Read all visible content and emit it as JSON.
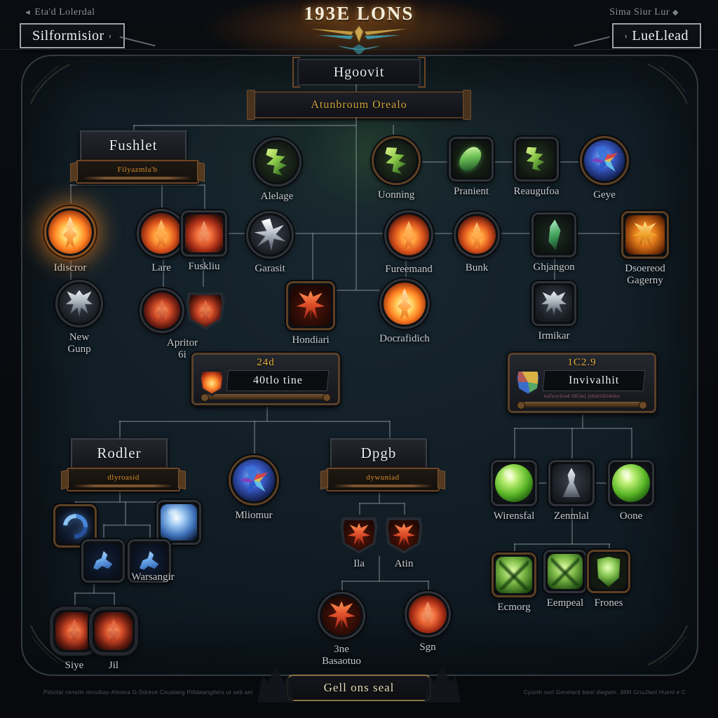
{
  "header": {
    "back_label": "Eta'd Lolerdal",
    "title": "193E LONS",
    "right_label": "Sima Siur Lur",
    "left_button": "Silformisior",
    "right_button": "LueLlead"
  },
  "tree": {
    "title": "Hgoovit",
    "banner": "Atunbroum Orealo"
  },
  "groups": {
    "fushlet": {
      "title": "Fushlet",
      "subtitle": "Filyazmla'b"
    },
    "rodler": {
      "title": "Rodler",
      "subtitle": "dlyroasid"
    },
    "dpgb": {
      "title": "Dpgb",
      "subtitle": "dywuniad"
    }
  },
  "banners": {
    "left": {
      "value": "24d",
      "name": "40tlo tine",
      "icon": "fire-crest-icon"
    },
    "right": {
      "value": "1C2.9",
      "name": "Invivalhit",
      "subtext": "nafsoylznd ldGlej jehdridilduhn",
      "icon": "arcane-crest-icon"
    }
  },
  "nodes": {
    "alelage": {
      "label": "Alelage",
      "icon": "green-insect-orb"
    },
    "uonning": {
      "label": "Uonning",
      "icon": "green-insect-orb"
    },
    "pranient": {
      "label": "Pranient",
      "icon": "green-gem"
    },
    "reaugufoa": {
      "label": "Reaugufoa",
      "icon": "green-insect"
    },
    "geye": {
      "label": "Geye",
      "icon": "prismatic-orb"
    },
    "idiscror": {
      "label": "Idiscror",
      "icon": "blazing-fireball"
    },
    "lare": {
      "label": "Lare",
      "icon": "fire-swirl"
    },
    "fuskliu": {
      "label": "Fuskliu",
      "icon": "red-flame-burst"
    },
    "garasit": {
      "label": "Garasit",
      "icon": "silver-star"
    },
    "fureemand": {
      "label": "Fureemand",
      "icon": "fire-orb"
    },
    "bunk": {
      "label": "Bunk",
      "icon": "fire-orb"
    },
    "ghjangon": {
      "label": "Ghjangon",
      "icon": "green-crystal"
    },
    "dsoereod": {
      "label": "Dsoereod\nGagerny",
      "icon": "gold-phoenix-emblem"
    },
    "newgunp": {
      "label": "New\nGunp",
      "icon": "silver-dragon"
    },
    "apritor": {
      "label": "Apritor\n6i",
      "icon": "twin-fire"
    },
    "hondiari": {
      "label": "Hondiari",
      "icon": "red-phoenix"
    },
    "docrafidich": {
      "label": "Docrafidich",
      "icon": "bright-flame"
    },
    "irmikar": {
      "label": "Irmikar",
      "icon": "silver-dragon"
    },
    "mliomur": {
      "label": "Mliomur",
      "icon": "prismatic-orb"
    },
    "warsangir": {
      "label": "Warsangir",
      "icon": "frost-beast-set"
    },
    "siye": {
      "label": "Siye",
      "icon": "ember-seal"
    },
    "jil": {
      "label": "Jil",
      "icon": "ember-seal"
    },
    "ila": {
      "label": "Ila",
      "icon": "flame-crest-shield"
    },
    "atin": {
      "label": "Atin",
      "icon": "flame-crest-shield"
    },
    "basaotuo": {
      "label": "3ne\nBasaotuo",
      "icon": "phoenix-wings"
    },
    "sgn": {
      "label": "Sgn",
      "icon": "fire-bloom"
    },
    "wirensfal": {
      "label": "Wirensfal",
      "icon": "green-orb"
    },
    "zenmlal": {
      "label": "Zenmlal",
      "icon": "silver-statue"
    },
    "oone": {
      "label": "Oone",
      "icon": "green-orb"
    },
    "ecmorg": {
      "label": "Ecmorg",
      "icon": "green-facet-gem"
    },
    "eempeal": {
      "label": "Eempeal",
      "icon": "green-facet-gem"
    },
    "frones": {
      "label": "Frones",
      "icon": "green-shield-gem"
    }
  },
  "footer": {
    "seal": "Gell ons seal",
    "left_note": "Pdsolal censtin mnudtay-Ahnera G-Sdreve Ceuslang Pilldwangtlers ut seb am",
    "right_note": "Cyuinh surl Genelard bwel dwgwm. 36M GnuJlanl Huenl e C"
  },
  "colors": {
    "accent_gold": "#d3a33d",
    "bronze": "#6e4526",
    "panel": "#13212b",
    "fire": "#ff8c2e",
    "nature_green": "#7ac03c",
    "frost_blue": "#5090e0"
  }
}
